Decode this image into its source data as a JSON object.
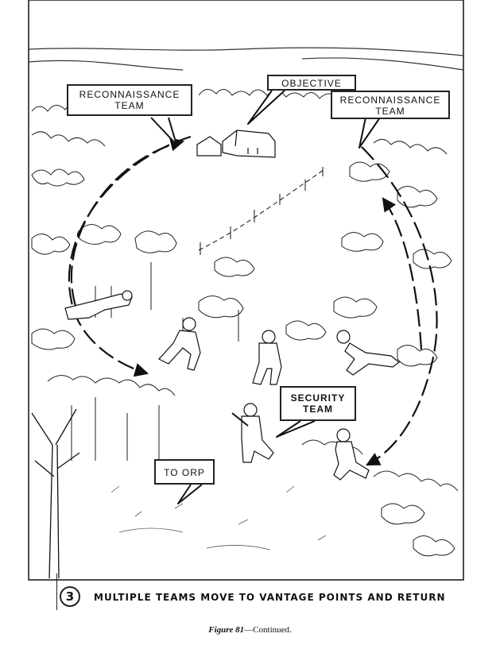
{
  "callouts": {
    "recon_left": [
      "RECONNAISSANCE",
      "TEAM"
    ],
    "objective": "OBJECTIVE",
    "recon_right": [
      "RECONNAISSANCE",
      "TEAM"
    ],
    "security": [
      "SECURITY",
      "TEAM"
    ],
    "to_orp": "TO ORP"
  },
  "caption": {
    "number": "3",
    "text": "MULTIPLE TEAMS MOVE TO VANTAGE POINTS AND RETURN"
  },
  "figure": {
    "label": "Figure 81",
    "suffix": "—Continued."
  }
}
